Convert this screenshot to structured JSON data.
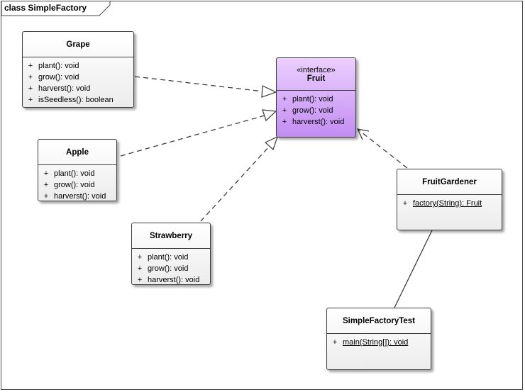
{
  "frame": {
    "label": "class SimpleFactory"
  },
  "classes": {
    "grape": {
      "name": "Grape",
      "ops": [
        {
          "vis": "+",
          "sig": "plant(): void"
        },
        {
          "vis": "+",
          "sig": "grow(): void"
        },
        {
          "vis": "+",
          "sig": "harverst(): void"
        },
        {
          "vis": "+",
          "sig": "isSeedless(): boolean"
        }
      ]
    },
    "fruit": {
      "stereotype": "«interface»",
      "name": "Fruit",
      "ops": [
        {
          "vis": "+",
          "sig": "plant(): void"
        },
        {
          "vis": "+",
          "sig": "grow(): void"
        },
        {
          "vis": "+",
          "sig": "harverst(): void"
        }
      ]
    },
    "apple": {
      "name": "Apple",
      "ops": [
        {
          "vis": "+",
          "sig": "plant(): void"
        },
        {
          "vis": "+",
          "sig": "grow(): void"
        },
        {
          "vis": "+",
          "sig": "harverst(): void"
        }
      ]
    },
    "strawberry": {
      "name": "Strawberry",
      "ops": [
        {
          "vis": "+",
          "sig": "plant(): void"
        },
        {
          "vis": "+",
          "sig": "grow(): void"
        },
        {
          "vis": "+",
          "sig": "harverst(): void"
        }
      ]
    },
    "fruitGardener": {
      "name": "FruitGardener",
      "ops": [
        {
          "vis": "+",
          "sig": "factory(String): Fruit"
        }
      ]
    },
    "simpleFactoryTest": {
      "name": "SimpleFactoryTest",
      "ops": [
        {
          "vis": "+",
          "sig": "main(String[]): void"
        }
      ]
    }
  },
  "colors": {
    "interface_fill": "#c28cf2",
    "class_fill": "#ececec",
    "line": "#3c3c3c"
  }
}
